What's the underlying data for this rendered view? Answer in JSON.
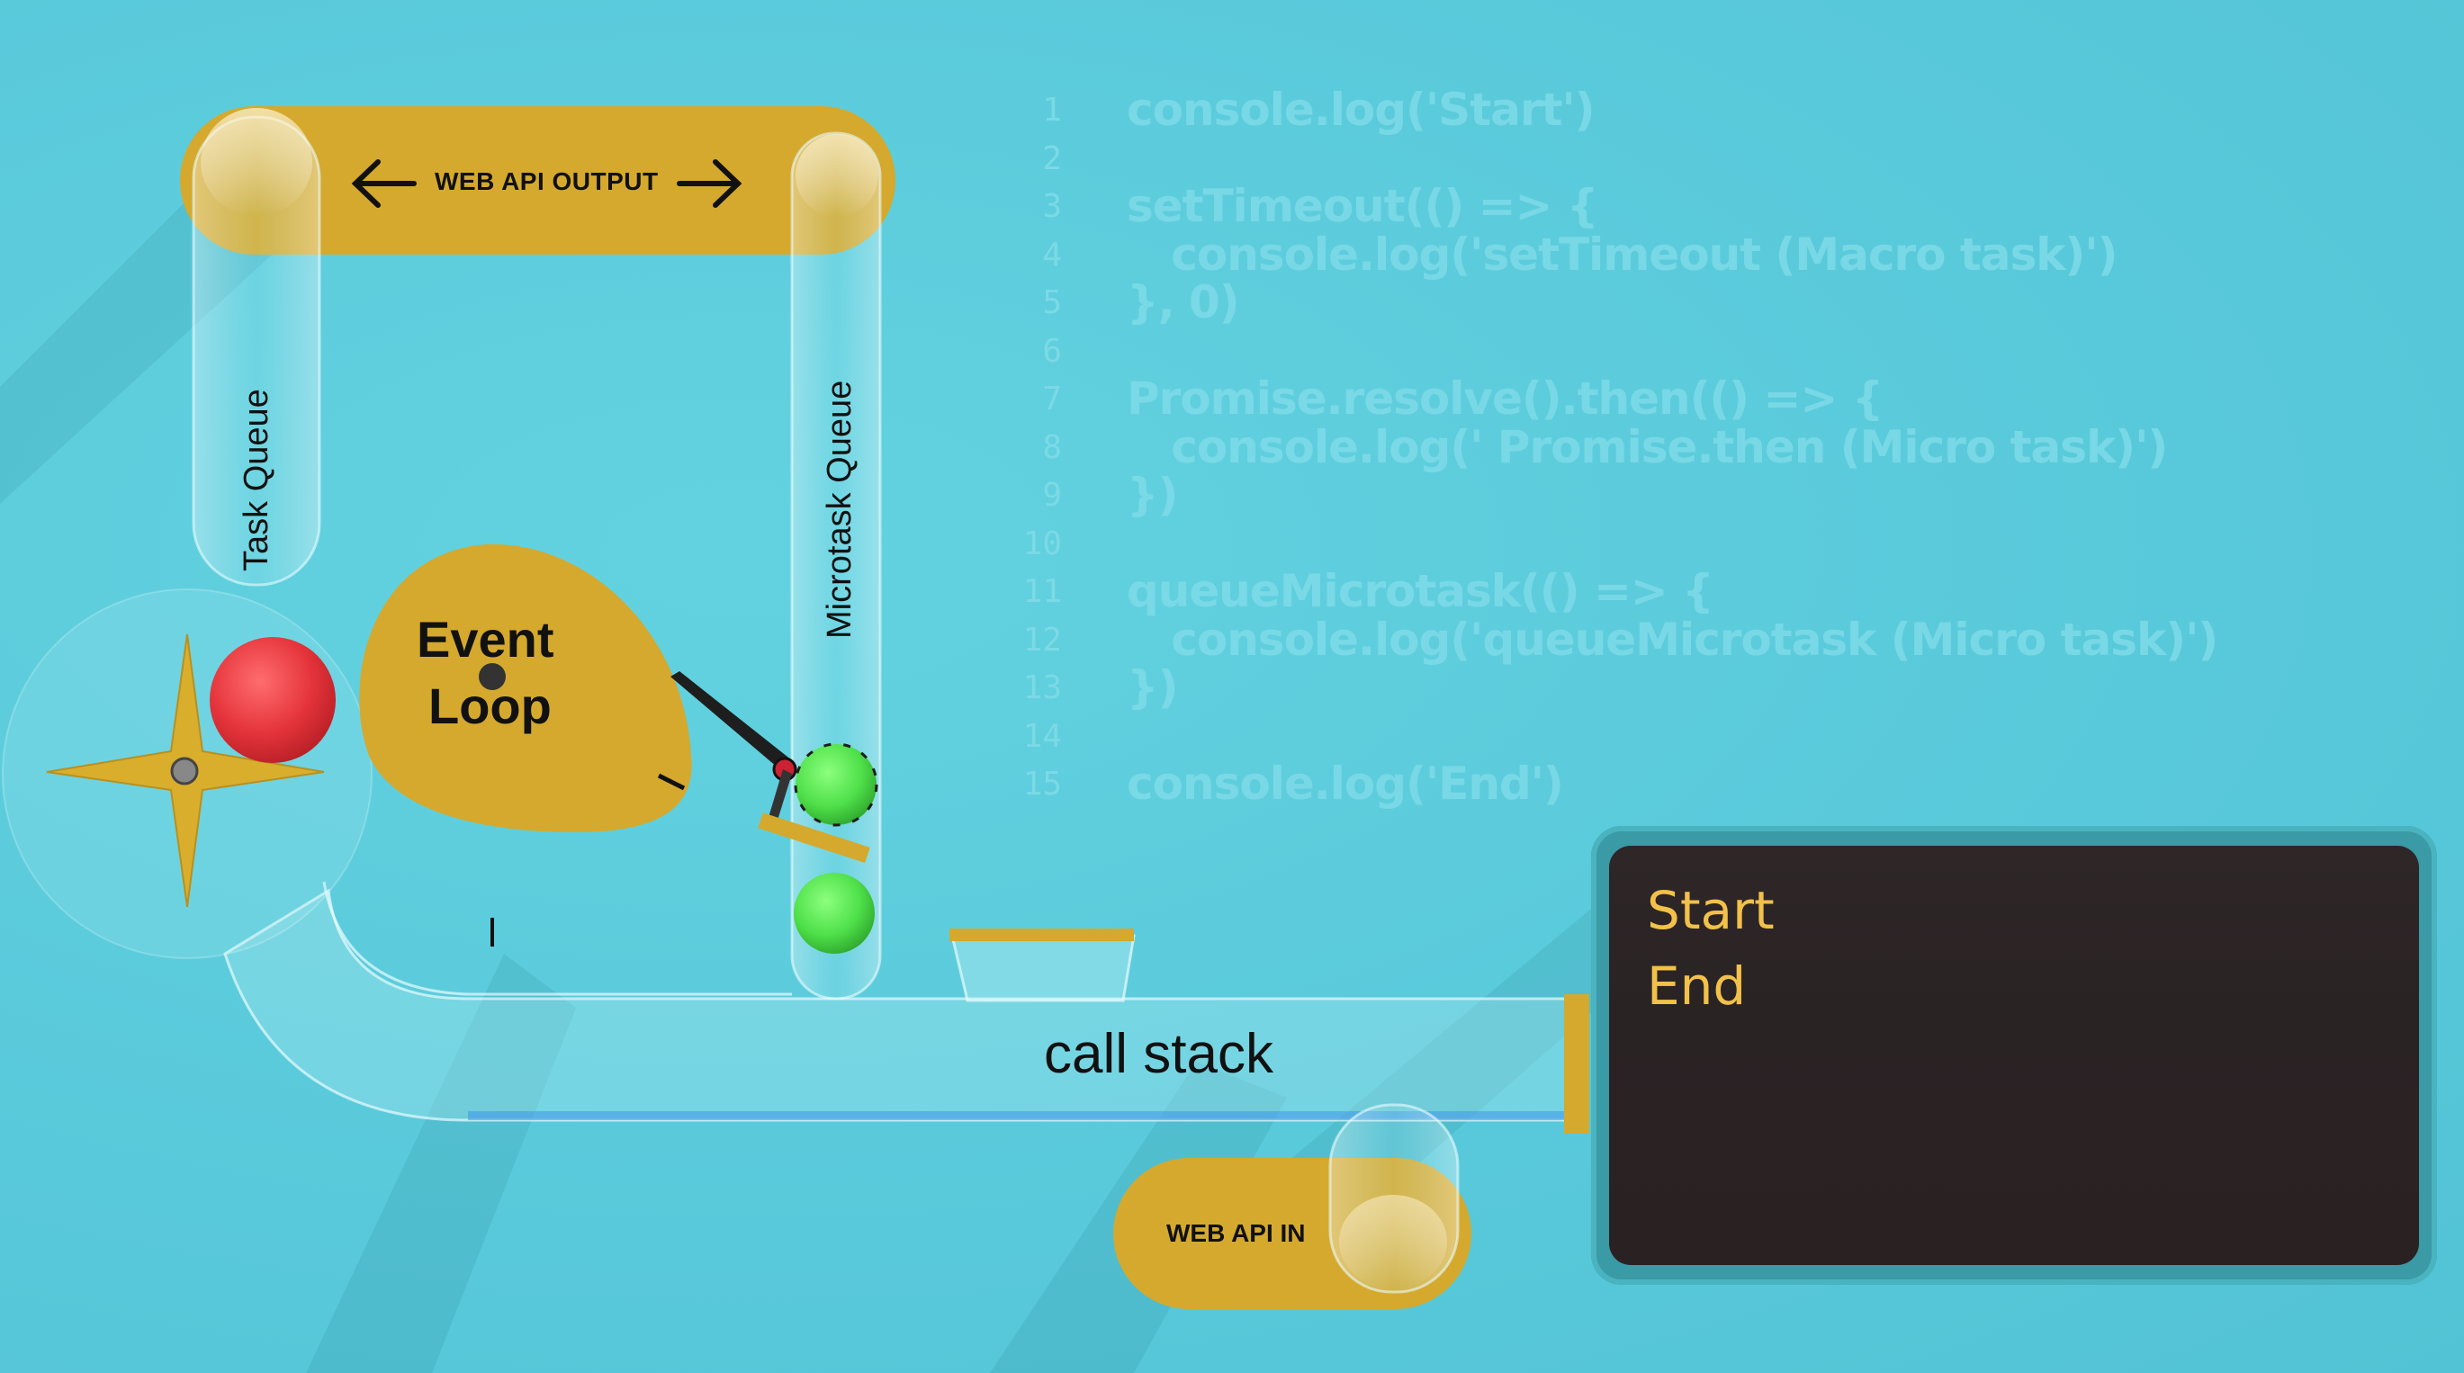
{
  "labels": {
    "web_api_output": "WEB API OUTPUT",
    "web_api_in": "WEB API IN",
    "task_queue": "Task Queue",
    "microtask_queue": "Microtask Queue",
    "event_loop_line1": "Event",
    "event_loop_line2": "Loop",
    "call_stack": "call stack"
  },
  "code": {
    "lines": [
      {
        "n": "1",
        "text": "console.log('Start')"
      },
      {
        "n": "2",
        "text": ""
      },
      {
        "n": "3",
        "text": "setTimeout(() => {"
      },
      {
        "n": "4",
        "text": "   console.log('setTimeout (Macro task)')"
      },
      {
        "n": "5",
        "text": "}, 0)"
      },
      {
        "n": "6",
        "text": ""
      },
      {
        "n": "7",
        "text": "Promise.resolve().then(() => {"
      },
      {
        "n": "8",
        "text": "   console.log(' Promise.then (Micro task)')"
      },
      {
        "n": "9",
        "text": "})"
      },
      {
        "n": "10",
        "text": ""
      },
      {
        "n": "11",
        "text": "queueMicrotask(() => {"
      },
      {
        "n": "12",
        "text": "   console.log('queueMicrotask (Micro task)')"
      },
      {
        "n": "13",
        "text": "})"
      },
      {
        "n": "14",
        "text": ""
      },
      {
        "n": "15",
        "text": "console.log('End')"
      }
    ]
  },
  "console_output": {
    "lines": [
      "Start",
      "End"
    ]
  },
  "colors": {
    "background": "#5bcbdb",
    "gold": "#d4a92e",
    "task_ball": "#e5343a",
    "microtask_ball": "#4fe04a",
    "terminal_text": "#f2c14a"
  }
}
